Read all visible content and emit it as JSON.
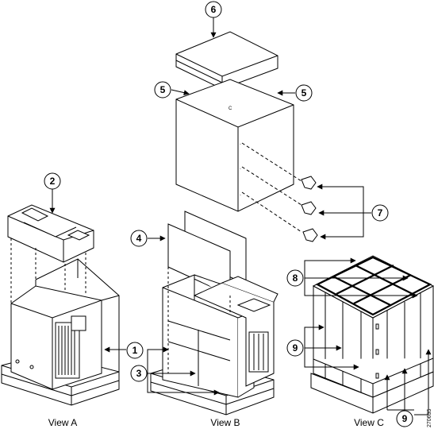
{
  "callouts": {
    "c1": "1",
    "c2": "2",
    "c3": "3",
    "c4": "4",
    "c5a": "5",
    "c5b": "5",
    "c6": "6",
    "c7": "7",
    "c8": "8",
    "c9a": "9",
    "c9b": "9"
  },
  "views": {
    "a": "View A",
    "b": "View B",
    "c": "View C"
  },
  "figure_id": "270635"
}
